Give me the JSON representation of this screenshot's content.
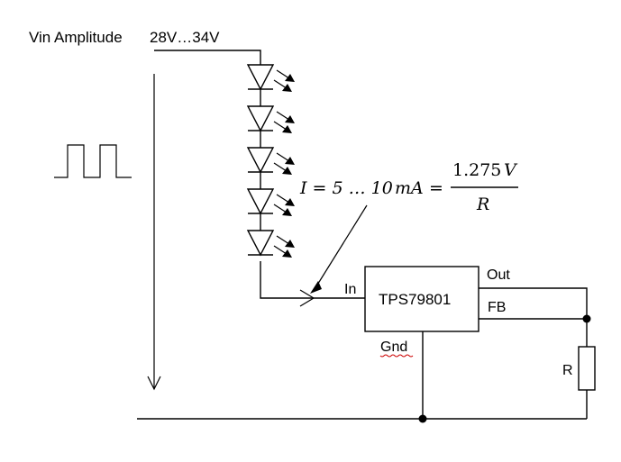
{
  "supply": {
    "label": "Vin Amplitude",
    "range": "28V…34V"
  },
  "led_string": {
    "count": 5
  },
  "equation": {
    "lhs": "I = 5 … 10",
    "lhs_unit": "mA",
    "equals": "=",
    "numerator": "1.275",
    "numerator_unit": "V",
    "denominator": "R"
  },
  "regulator": {
    "name": "TPS79801",
    "pin_in": "In",
    "pin_out": "Out",
    "pin_fb": "FB",
    "pin_gnd": "Gnd"
  },
  "resistor": {
    "label": "R"
  }
}
